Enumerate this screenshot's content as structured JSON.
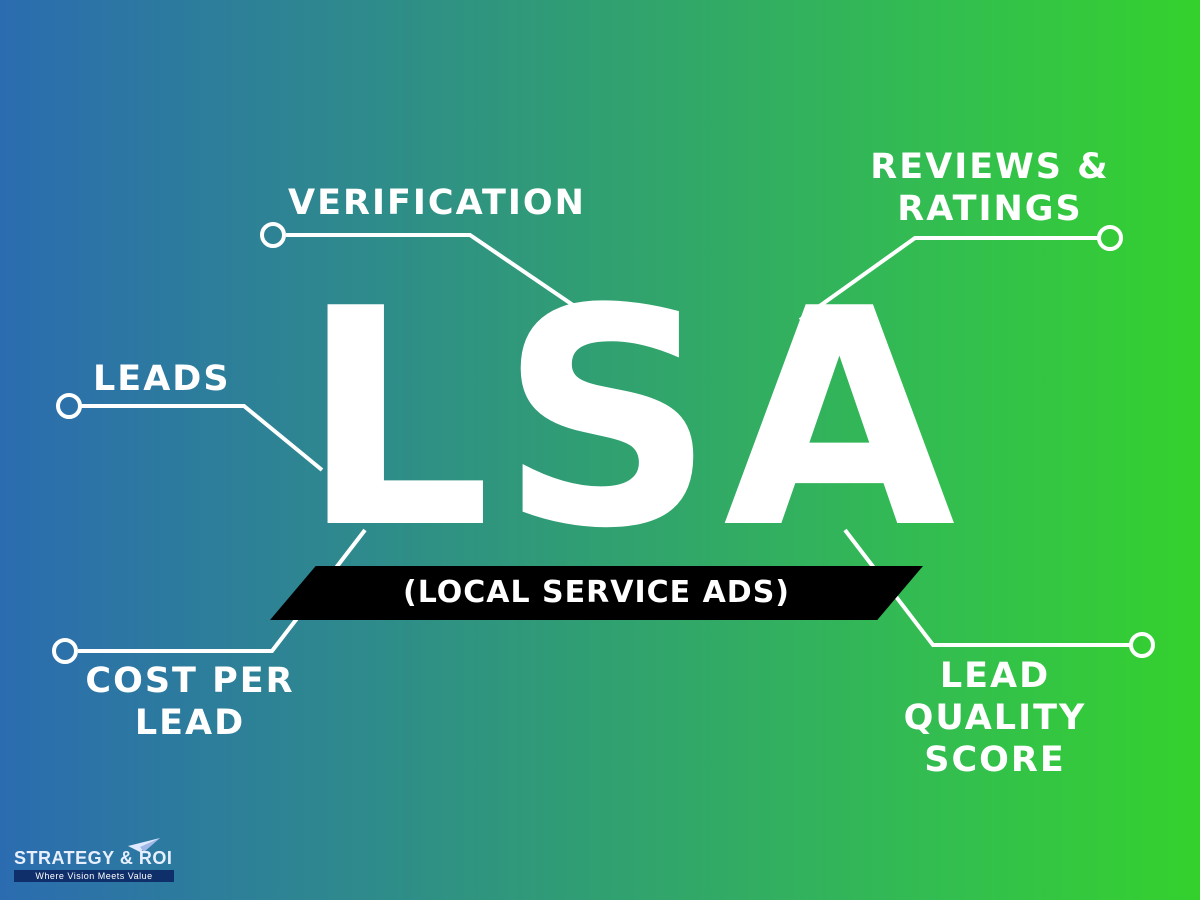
{
  "title": "LSA",
  "subtitle": "(LOCAL SERVICE ADS)",
  "nodes": {
    "verification": "VERIFICATION",
    "leads": "LEADS",
    "reviews_line1": "REVIEWS &",
    "reviews_line2": "RATINGS",
    "cost_line1": "COST PER",
    "cost_line2": "LEAD",
    "quality_line1": "LEAD QUALITY",
    "quality_line2": "SCORE"
  },
  "logo": {
    "name": "STRATEGY & ROI",
    "tagline": "Where Vision Meets Value"
  },
  "colors": {
    "gradient_start": "#2b6cb0",
    "gradient_end": "#34d12d",
    "text": "#ffffff",
    "banner": "#000000"
  }
}
